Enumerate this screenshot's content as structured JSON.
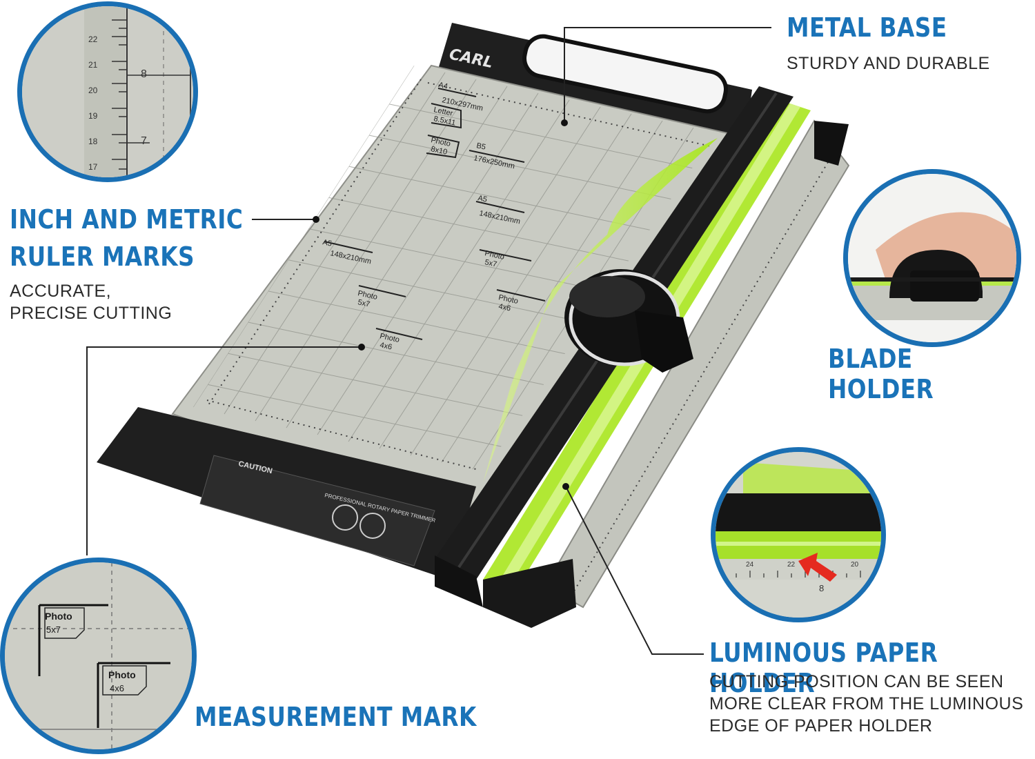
{
  "product": {
    "brand_logo": "CARL",
    "caution_label": "CAUTION",
    "sticker_text": "PROFESSIONAL ROTARY PAPER TRIMMER",
    "template_labels": [
      "A4",
      "210x297mm",
      "Letter",
      "8.5x11",
      "Photo",
      "8x10",
      "B5",
      "176x250mm",
      "A5",
      "148x210mm",
      "A5",
      "148x210mm",
      "Photo",
      "5x7",
      "Photo",
      "5x7",
      "Photo",
      "4x6",
      "Photo",
      "4x6"
    ]
  },
  "features": {
    "metal_base": {
      "title": "METAL BASE",
      "subtitle": "STURDY AND DURABLE"
    },
    "ruler_marks": {
      "title_line1": "INCH AND METRIC",
      "title_line2": "RULER MARKS",
      "subtitle_line1": "ACCURATE,",
      "subtitle_line2": "PRECISE CUTTING"
    },
    "blade_holder": {
      "title": "BLADE HOLDER"
    },
    "paper_holder": {
      "title": "LUMINOUS PAPER HOLDER",
      "subtitle_line1": "CUTTING POSITION CAN BE SEEN",
      "subtitle_line2": "MORE CLEAR FROM THE LUMINOUS",
      "subtitle_line3": "EDGE OF PAPER HOLDER"
    },
    "measurement": {
      "title": "MEASUREMENT MARK"
    }
  },
  "zoom_ruler": {
    "metric_ticks": [
      "22",
      "21",
      "20",
      "19",
      "18",
      "17"
    ],
    "inch_ticks": [
      "8",
      "7"
    ]
  },
  "zoom_measurement": {
    "labels": [
      "Photo",
      "5x7",
      "Photo",
      "4x6"
    ]
  },
  "zoom_paper_holder": {
    "ticks": [
      "24",
      "22",
      "20",
      "8"
    ]
  },
  "colors": {
    "accent_blue": "#1a73b8",
    "luminous_green": "#a8e61e",
    "body_black": "#1e1e1e",
    "board_grey": "#c9cbc3"
  }
}
